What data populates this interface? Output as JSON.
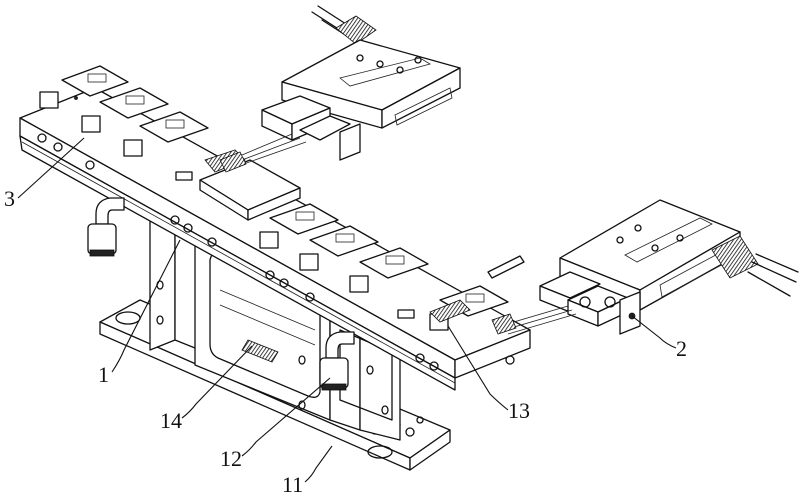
{
  "figure": {
    "type": "patent-style isometric line drawing",
    "subject": "mechanical fixture assembly with support frame, long carrier plate, clamp fixtures and two pneumatic slide cylinders",
    "reference_numerals": [
      {
        "id": "1",
        "text": "1",
        "part": "support frame"
      },
      {
        "id": "2",
        "text": "2",
        "part": "right pneumatic slide cylinder"
      },
      {
        "id": "3",
        "text": "3",
        "part": "carrier plate with fixtures"
      },
      {
        "id": "11",
        "text": "11",
        "part": "base plate"
      },
      {
        "id": "12",
        "text": "12",
        "part": "air fitting / elbow connector"
      },
      {
        "id": "13",
        "text": "13",
        "part": "clamp fixture"
      },
      {
        "id": "14",
        "text": "14",
        "part": "cable / connector in frame window"
      }
    ]
  }
}
